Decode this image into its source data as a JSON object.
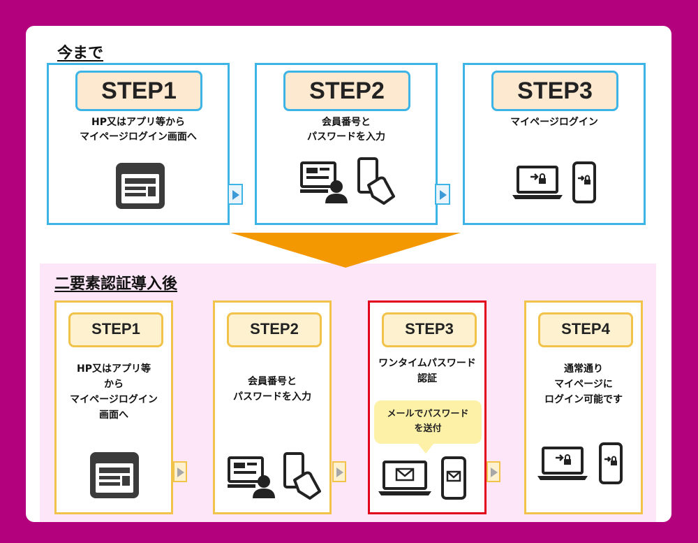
{
  "before": {
    "title": "今まで",
    "steps": [
      {
        "label": "STEP1",
        "desc": [
          "HP又はアプリ等から",
          "マイページログイン画面へ"
        ]
      },
      {
        "label": "STEP2",
        "desc": [
          "会員番号と",
          "パスワードを入力"
        ]
      },
      {
        "label": "STEP3",
        "desc": [
          "マイページログイン"
        ]
      }
    ]
  },
  "after": {
    "title": "二要素認証導入後",
    "steps": [
      {
        "label": "STEP1",
        "desc": [
          "HP又はアプリ等",
          "から",
          "マイページログイン",
          "画面へ"
        ]
      },
      {
        "label": "STEP2",
        "desc": [
          "会員番号と",
          "パスワードを入力"
        ]
      },
      {
        "label": "STEP3",
        "desc": [
          "ワンタイムパスワード",
          "認証"
        ],
        "bubble": [
          "メールでパスワード",
          "を送付"
        ]
      },
      {
        "label": "STEP4",
        "desc": [
          "通常通り",
          "マイページに",
          "ログイン可能です"
        ]
      }
    ]
  },
  "colors": {
    "background": "#b3007c",
    "top_border": "#3cb4e5",
    "bottom_border": "#f2c34b",
    "highlight_border": "#e0001b",
    "arrow": "#f39800",
    "badge_fill": "#fde9cf"
  },
  "icons": {
    "browser": "browser-window-icon",
    "pc_user": "computer-user-icon",
    "phone_hand": "phone-in-hand-icon",
    "laptop_login": "laptop-login-icon",
    "phone_login": "phone-login-icon",
    "laptop_mail": "laptop-mail-icon",
    "phone_mail": "phone-mail-icon"
  }
}
